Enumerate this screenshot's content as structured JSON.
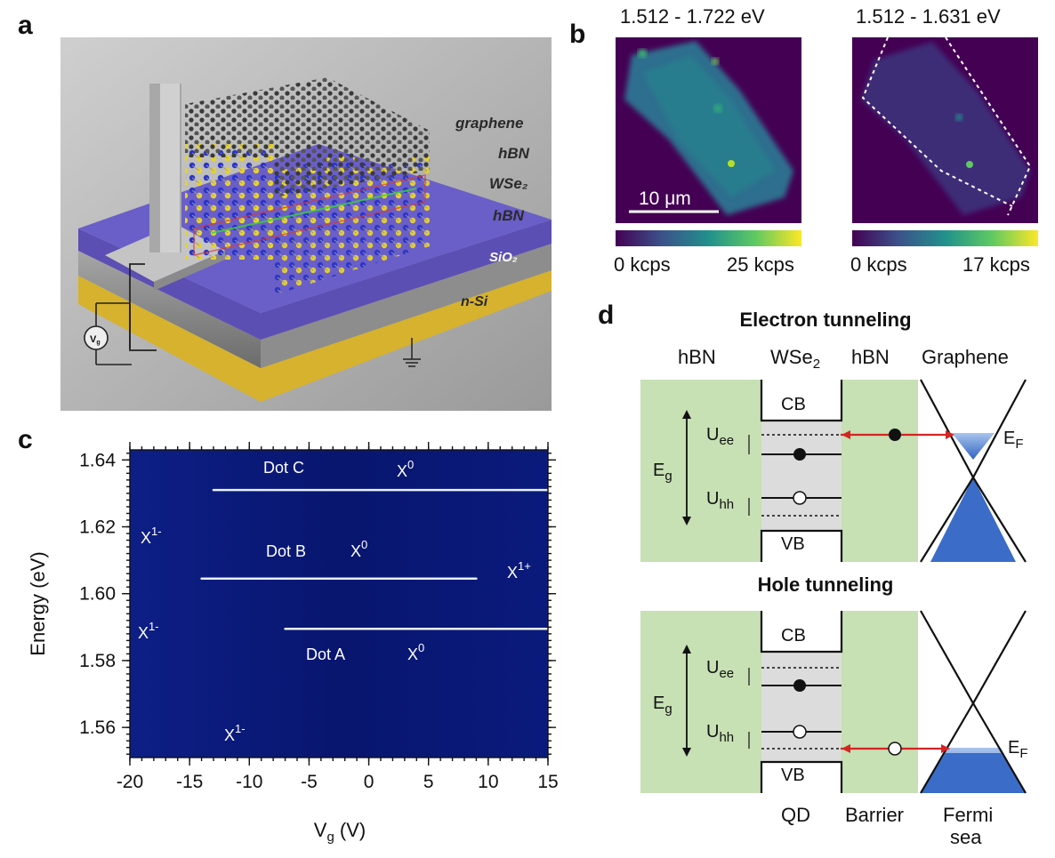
{
  "panels": {
    "a": "a",
    "b": "b",
    "c": "c",
    "d": "d"
  },
  "panel_a": {
    "layer_labels": [
      "graphene",
      "hBN",
      "WSe₂",
      "hBN",
      "SiO₂",
      "n-Si"
    ],
    "voltage_label": "V",
    "voltage_sub": "g"
  },
  "panel_b": {
    "maps": [
      {
        "range": "1.512 - 1.722 eV",
        "cbar_min": "0 kcps",
        "cbar_max": "25 kcps",
        "scalebar": "10 μm"
      },
      {
        "range": "1.512 - 1.631 eV",
        "cbar_min": "0 kcps",
        "cbar_max": "17 kcps"
      }
    ],
    "colormap": [
      "#440154",
      "#3b528b",
      "#21918c",
      "#5ec962",
      "#fde725"
    ]
  },
  "panel_c": {
    "ylabel": "Energy (eV)",
    "xlabel_main": "V",
    "xlabel_sub": "g",
    "xlabel_unit": " (V)",
    "xticks": [
      "-20",
      "-15",
      "-10",
      "-5",
      "0",
      "5",
      "10",
      "15"
    ],
    "yticks": [
      "1.64",
      "1.62",
      "1.60",
      "1.58",
      "1.56"
    ],
    "annotations": {
      "dotC": "Dot C",
      "dotB": "Dot B",
      "dotA": "Dot A",
      "x0": "X",
      "x0_sup": "0",
      "xm": "X",
      "xm_sup": "1-",
      "xp": "X",
      "xp_sup": "1+"
    }
  },
  "chart_data": {
    "type": "heatmap",
    "xlabel": "Vg (V)",
    "ylabel": "Energy (eV)",
    "xlim": [
      -20,
      15
    ],
    "ylim": [
      1.551,
      1.643
    ],
    "xticks": [
      -20,
      -15,
      -10,
      -5,
      0,
      5,
      10,
      15
    ],
    "yticks": [
      1.56,
      1.58,
      1.6,
      1.62,
      1.64
    ],
    "lines": [
      {
        "name": "Dot C X0",
        "x": [
          -13,
          15
        ],
        "y": [
          1.631,
          1.631
        ]
      },
      {
        "name": "Dot B X0",
        "x": [
          -14,
          9
        ],
        "y": [
          1.6045,
          1.6045
        ]
      },
      {
        "name": "Dot A X0",
        "x": [
          -7,
          15
        ],
        "y": [
          1.5895,
          1.5895
        ]
      }
    ],
    "annotations": [
      "Dot C",
      "Dot B",
      "Dot A",
      "X0",
      "X1-",
      "X1+"
    ]
  },
  "panel_d": {
    "title_electron": "Electron tunneling",
    "title_hole": "Hole tunneling",
    "col_hbn1": "hBN",
    "col_wse2": "WSe",
    "col_wse2_sub": "2",
    "col_hbn2": "hBN",
    "col_graphene": "Graphene",
    "cb": "CB",
    "vb": "VB",
    "eg": "E",
    "eg_sub": "g",
    "uee": "U",
    "uee_sub": "ee",
    "uhh": "U",
    "uhh_sub": "hh",
    "ef": "E",
    "ef_sub": "F",
    "bottom_qd": "QD",
    "bottom_barrier": "Barrier",
    "bottom_fermi1": "Fermi",
    "bottom_fermi2": "sea"
  }
}
